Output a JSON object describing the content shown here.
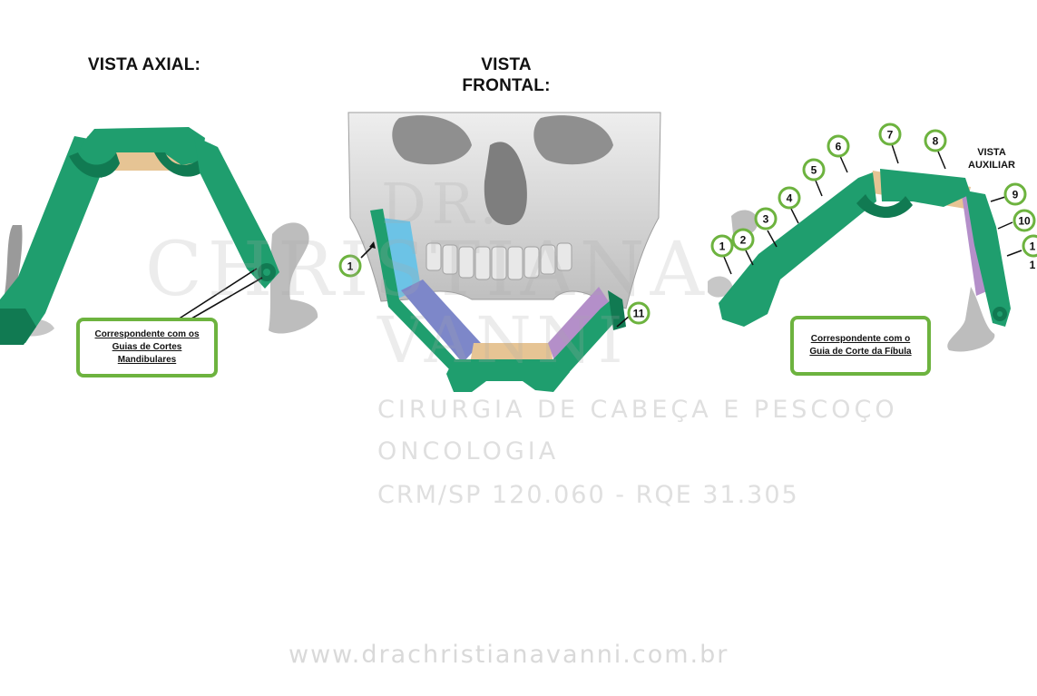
{
  "views": {
    "axial_title": "VISTA AXIAL:",
    "frontal_title_line1": "VISTA",
    "frontal_title_line2": "FRONTAL:",
    "auxiliar_title_line1": "VISTA",
    "auxiliar_title_line2": "AUXILIAR"
  },
  "callouts": {
    "mandibular_line1": "Correspondente com os",
    "mandibular_line2": "Guias de Cortes",
    "mandibular_line3": "Mandibulares",
    "fibula_line1": "Correspondente com o",
    "fibula_line2": "Guia de Corte da Fíbula"
  },
  "labels": {
    "frontal": [
      "1",
      "11"
    ],
    "auxiliar": [
      "1",
      "2",
      "3",
      "4",
      "5",
      "6",
      "7",
      "8",
      "9",
      "10",
      "1",
      "1"
    ]
  },
  "watermark": {
    "name_line1": "DR.",
    "name_line2": "CHRISTIANA",
    "name_line3": "VANNI",
    "specialty": "CIRURGIA DE CABEÇA E PESCOÇO",
    "oncology": "ONCOLOGIA",
    "registration": "CRM/SP 120.060 - RQE 31.305",
    "website": "www.drachristianavanni.com.br"
  },
  "colors": {
    "guide_green": "#1f9e6e",
    "guide_dark": "#117a52",
    "bone_blue": "#7d87c9",
    "bone_light_blue": "#6cc3e6",
    "bone_purple": "#b48fc9",
    "bone_tan": "#e6c494",
    "badge_green": "#6db33f",
    "skull_gray": "#d6d6d6"
  }
}
